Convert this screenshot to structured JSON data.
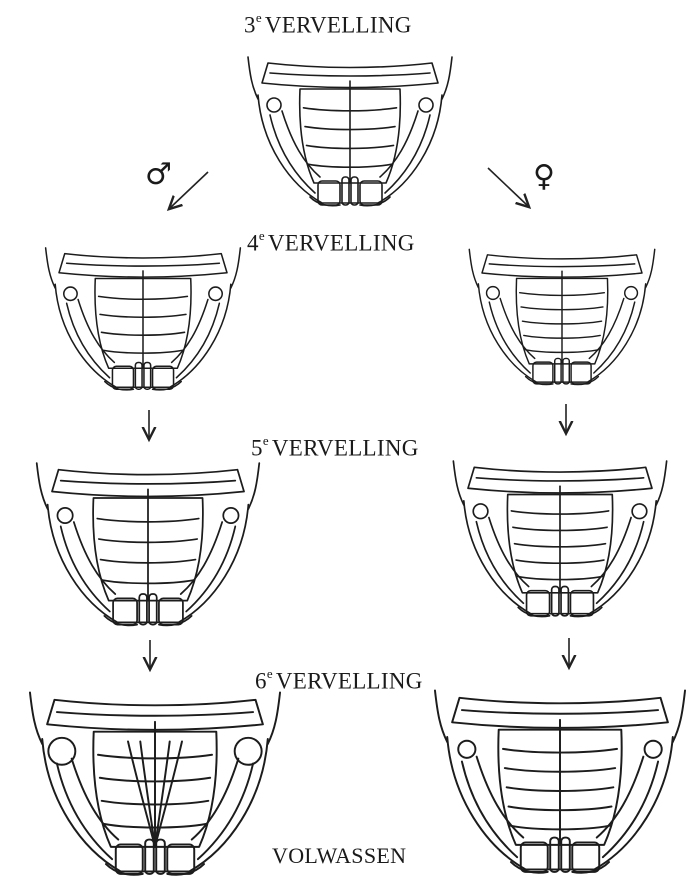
{
  "stages": [
    {
      "num": "3",
      "sup": "e",
      "text": "VERVELLING"
    },
    {
      "num": "4",
      "sup": "e",
      "text": "VERVELLING"
    },
    {
      "num": "5",
      "sup": "e",
      "text": "VERVELLING"
    },
    {
      "num": "6",
      "sup": "e",
      "text": "VERVELLING"
    }
  ],
  "adult_label": "VOLWASSEN",
  "male_symbol": "♂",
  "female_symbol": "♀"
}
